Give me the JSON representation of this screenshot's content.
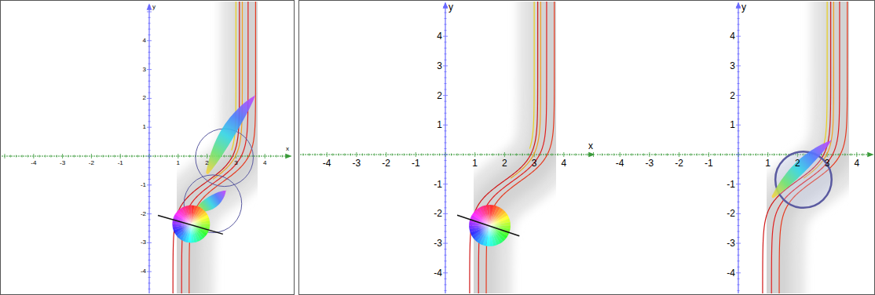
{
  "diagram": {
    "labels": [
      "-4",
      "-3",
      "-2",
      "-1",
      "1",
      "2",
      "3",
      "4",
      "x",
      "4",
      "3",
      "2",
      "1",
      "-1",
      "-2",
      "-3",
      "-4",
      "y",
      "-4",
      "-3",
      "-2",
      "-1",
      "1",
      "2",
      "3",
      "4",
      "x",
      "4",
      "3",
      "2",
      "1",
      "-1",
      "-2",
      "-3",
      "-4",
      "y",
      "-4",
      "-3",
      "-2",
      "-1",
      "1",
      "2",
      "3",
      "4",
      "4",
      "3",
      "2",
      "1",
      "-1",
      "-2",
      "-3",
      "-4",
      "y"
    ]
  }
}
